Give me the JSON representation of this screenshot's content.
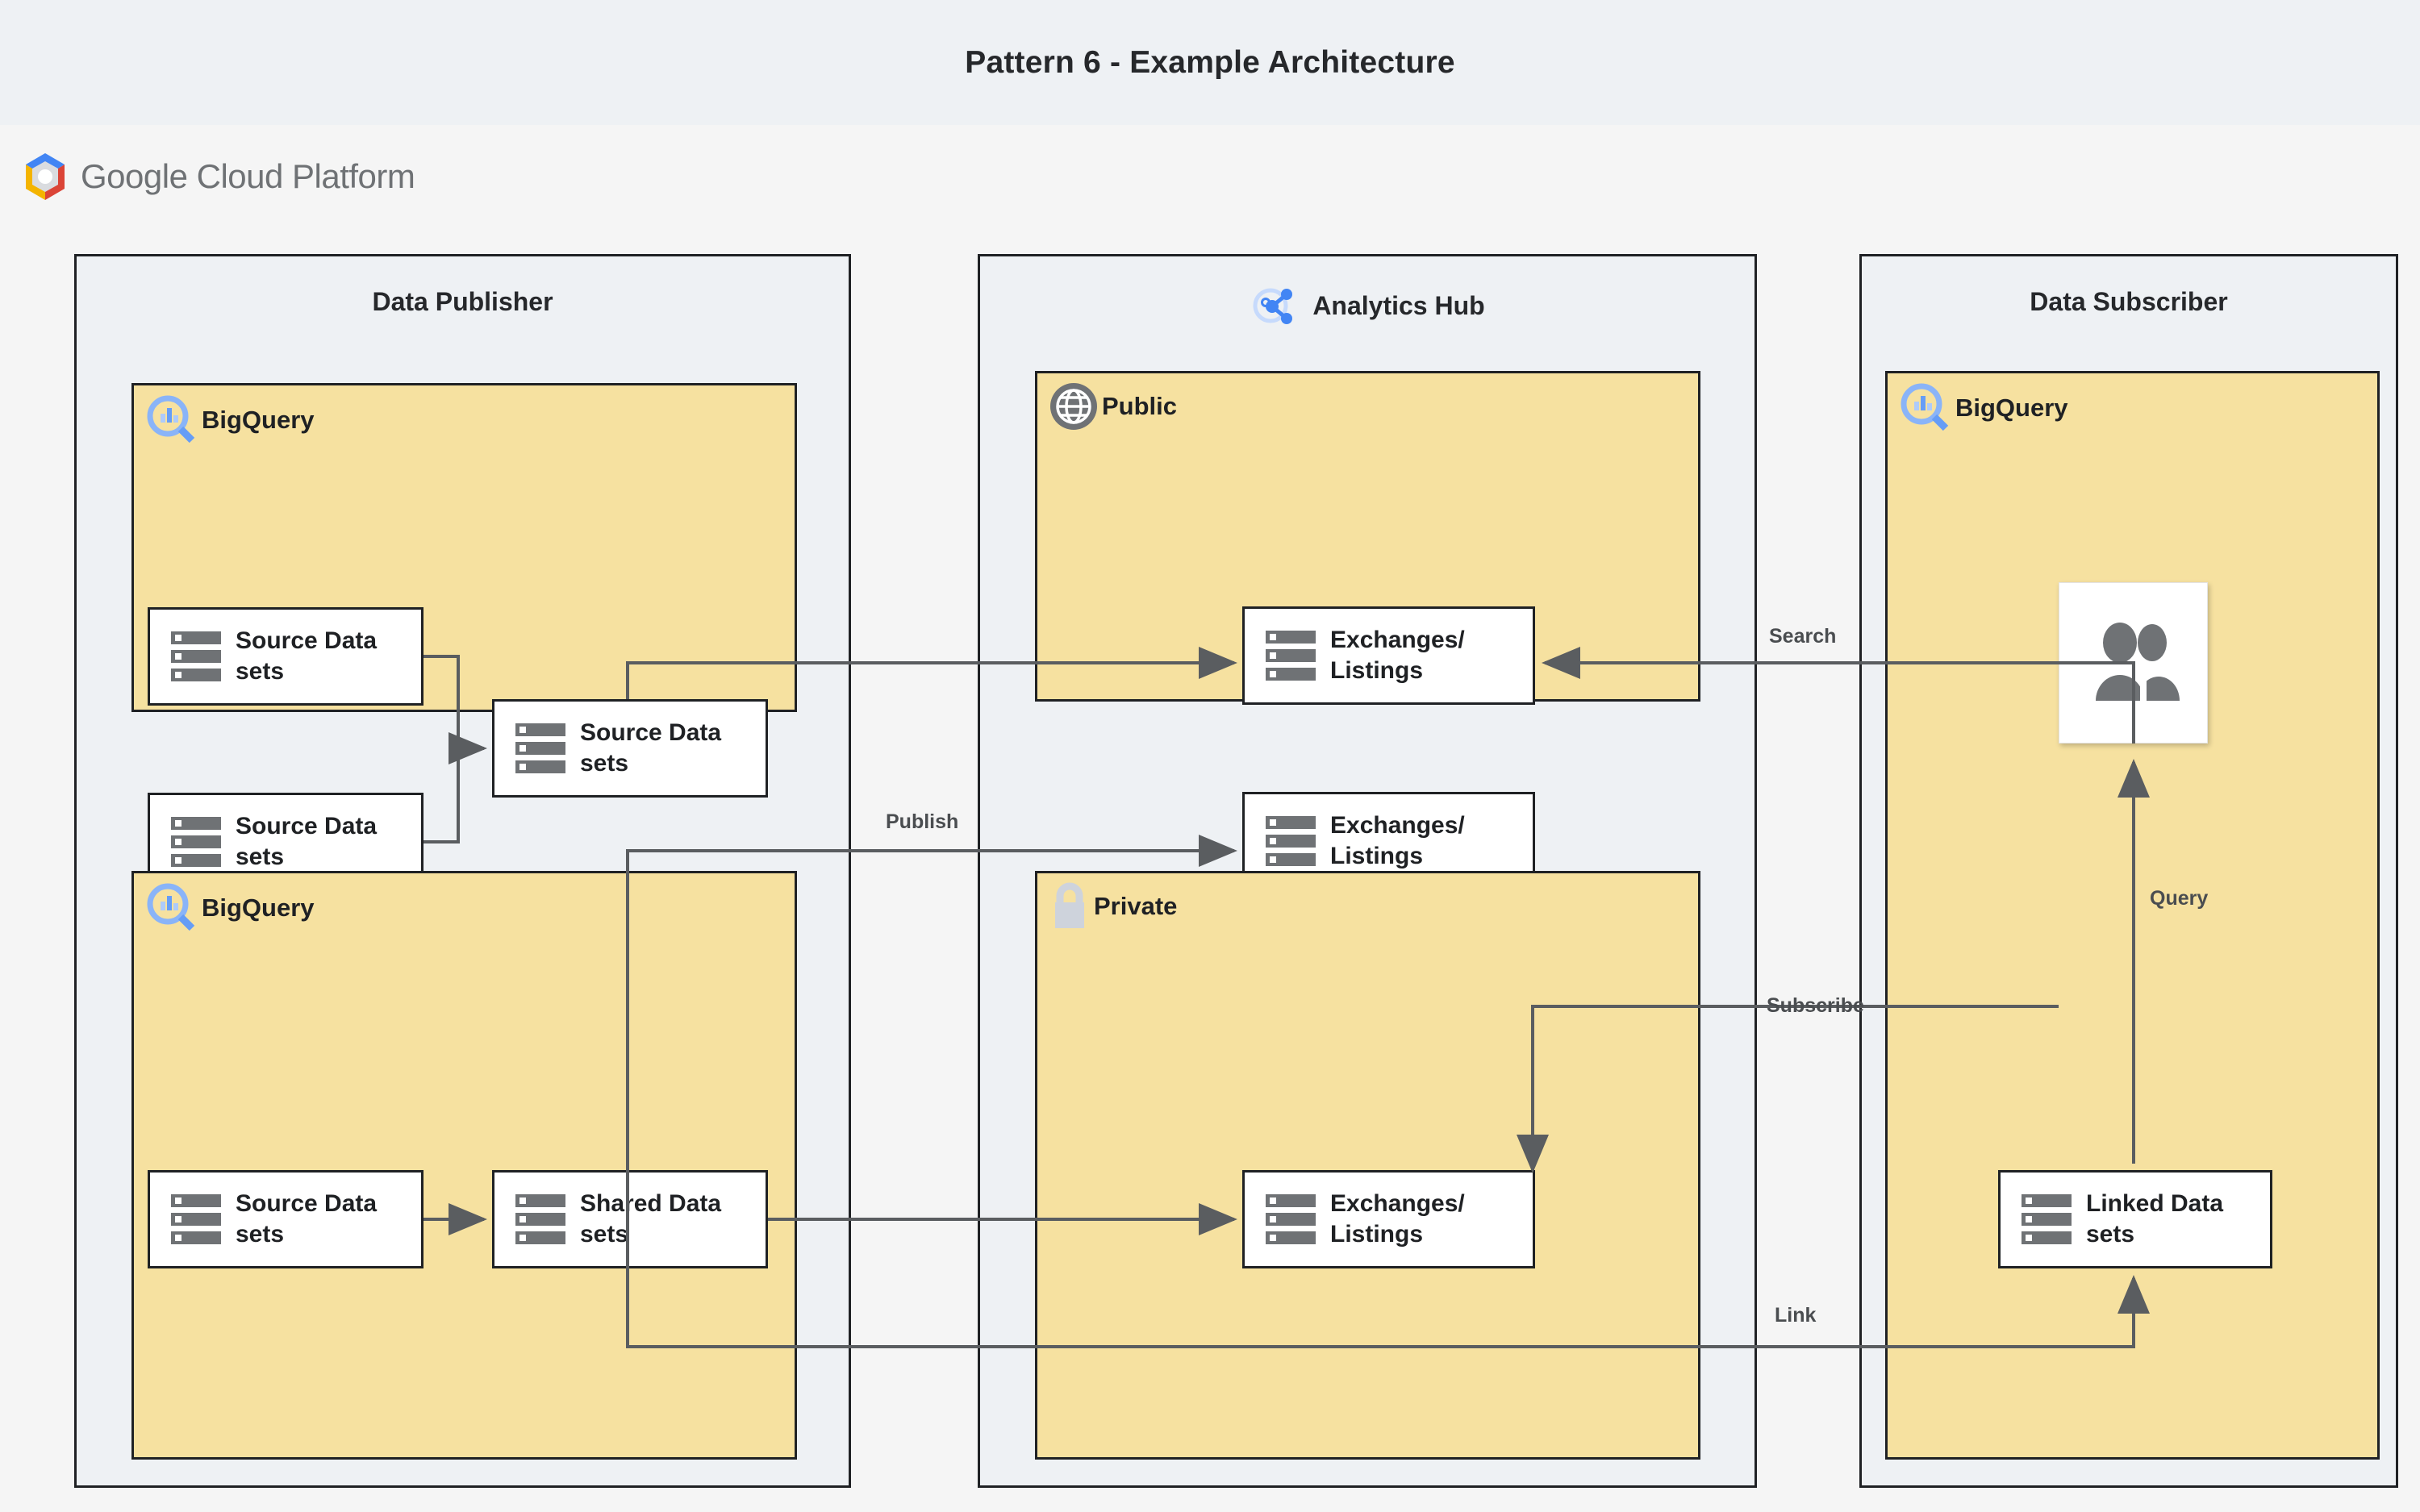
{
  "page": {
    "title": "Pattern 6 - Example Architecture",
    "background": "#f5f5f5",
    "title_band_background": "#eef1f4"
  },
  "brand": {
    "logo_text_bold": "Google",
    "logo_text_light": " Cloud Platform",
    "logo_icon": "google-cloud-hexagon-icon",
    "colors": {
      "blue": "#4285f4",
      "red": "#db4437",
      "yellow": "#f4b400",
      "grey": "#dadce0"
    }
  },
  "palette": {
    "zone_fill": "#eef1f4",
    "zone_border": "#1f2124",
    "yellow_fill": "#f6e1a0",
    "node_fill": "#ffffff",
    "icon_grey": "#6f7275",
    "bigquery_blue": "#669df6",
    "lock_grey": "#ced3dc",
    "edge_stroke": "#5a5d60",
    "label_color": "#4a4d50"
  },
  "zones": [
    {
      "id": "data-publisher",
      "title": "Data Publisher",
      "icon": null,
      "boxes": [
        {
          "id": "publisher-bigquery-top",
          "label": "BigQuery",
          "icon": "bigquery-icon",
          "nodes": [
            {
              "id": "pub-source-datasets-1",
              "label": "Source Datasets",
              "icon": "datasets-icon"
            },
            {
              "id": "pub-source-datasets-2",
              "label": "Source Datasets",
              "icon": "datasets-icon"
            },
            {
              "id": "pub-source-datasets-3",
              "label": "Source Datasets",
              "icon": "datasets-icon"
            }
          ]
        },
        {
          "id": "publisher-bigquery-bottom",
          "label": "BigQuery",
          "icon": "bigquery-icon",
          "nodes": [
            {
              "id": "pub-source-datasets-4",
              "label": "Source Datasets",
              "icon": "datasets-icon"
            },
            {
              "id": "pub-shared-datasets",
              "label": "Shared Datasets",
              "icon": "datasets-icon"
            }
          ]
        }
      ]
    },
    {
      "id": "analytics-hub",
      "title": "Analytics Hub",
      "icon": "analytics-hub-share-icon",
      "boxes": [
        {
          "id": "hub-public",
          "label": "Public",
          "icon": "globe-icon",
          "nodes": [
            {
              "id": "public-exchanges-1",
              "label": "Exchanges/Listings",
              "icon": "datasets-icon"
            },
            {
              "id": "public-exchanges-2",
              "label": "Exchanges/Listings",
              "icon": "datasets-icon"
            }
          ]
        },
        {
          "id": "hub-private",
          "label": "Private",
          "icon": "lock-icon",
          "nodes": [
            {
              "id": "private-exchanges-1",
              "label": "Exchanges/Listings",
              "icon": "datasets-icon"
            }
          ]
        }
      ]
    },
    {
      "id": "data-subscriber",
      "title": "Data Subscriber",
      "icon": null,
      "boxes": [
        {
          "id": "subscriber-bigquery",
          "label": "BigQuery",
          "icon": "bigquery-icon",
          "nodes": [
            {
              "id": "subscriber-users",
              "label": "",
              "icon": "users-icon"
            },
            {
              "id": "subscriber-linked-datasets",
              "label": "Linked Datasets",
              "icon": "datasets-icon"
            }
          ]
        }
      ]
    }
  ],
  "edges": [
    {
      "id": "edge-search",
      "label": "Search"
    },
    {
      "id": "edge-publish",
      "label": "Publish"
    },
    {
      "id": "edge-subscribe",
      "label": "Subscribe"
    },
    {
      "id": "edge-query",
      "label": "Query"
    },
    {
      "id": "edge-link",
      "label": "Link"
    }
  ],
  "node_text": {
    "source_datasets": "Source Datasets",
    "shared_datasets": "Shared Datasets",
    "linked_datasets": "Linked Datasets",
    "exchanges_listings": "Exchanges/Listings",
    "bigquery": "BigQuery",
    "public": "Public",
    "private": "Private"
  }
}
